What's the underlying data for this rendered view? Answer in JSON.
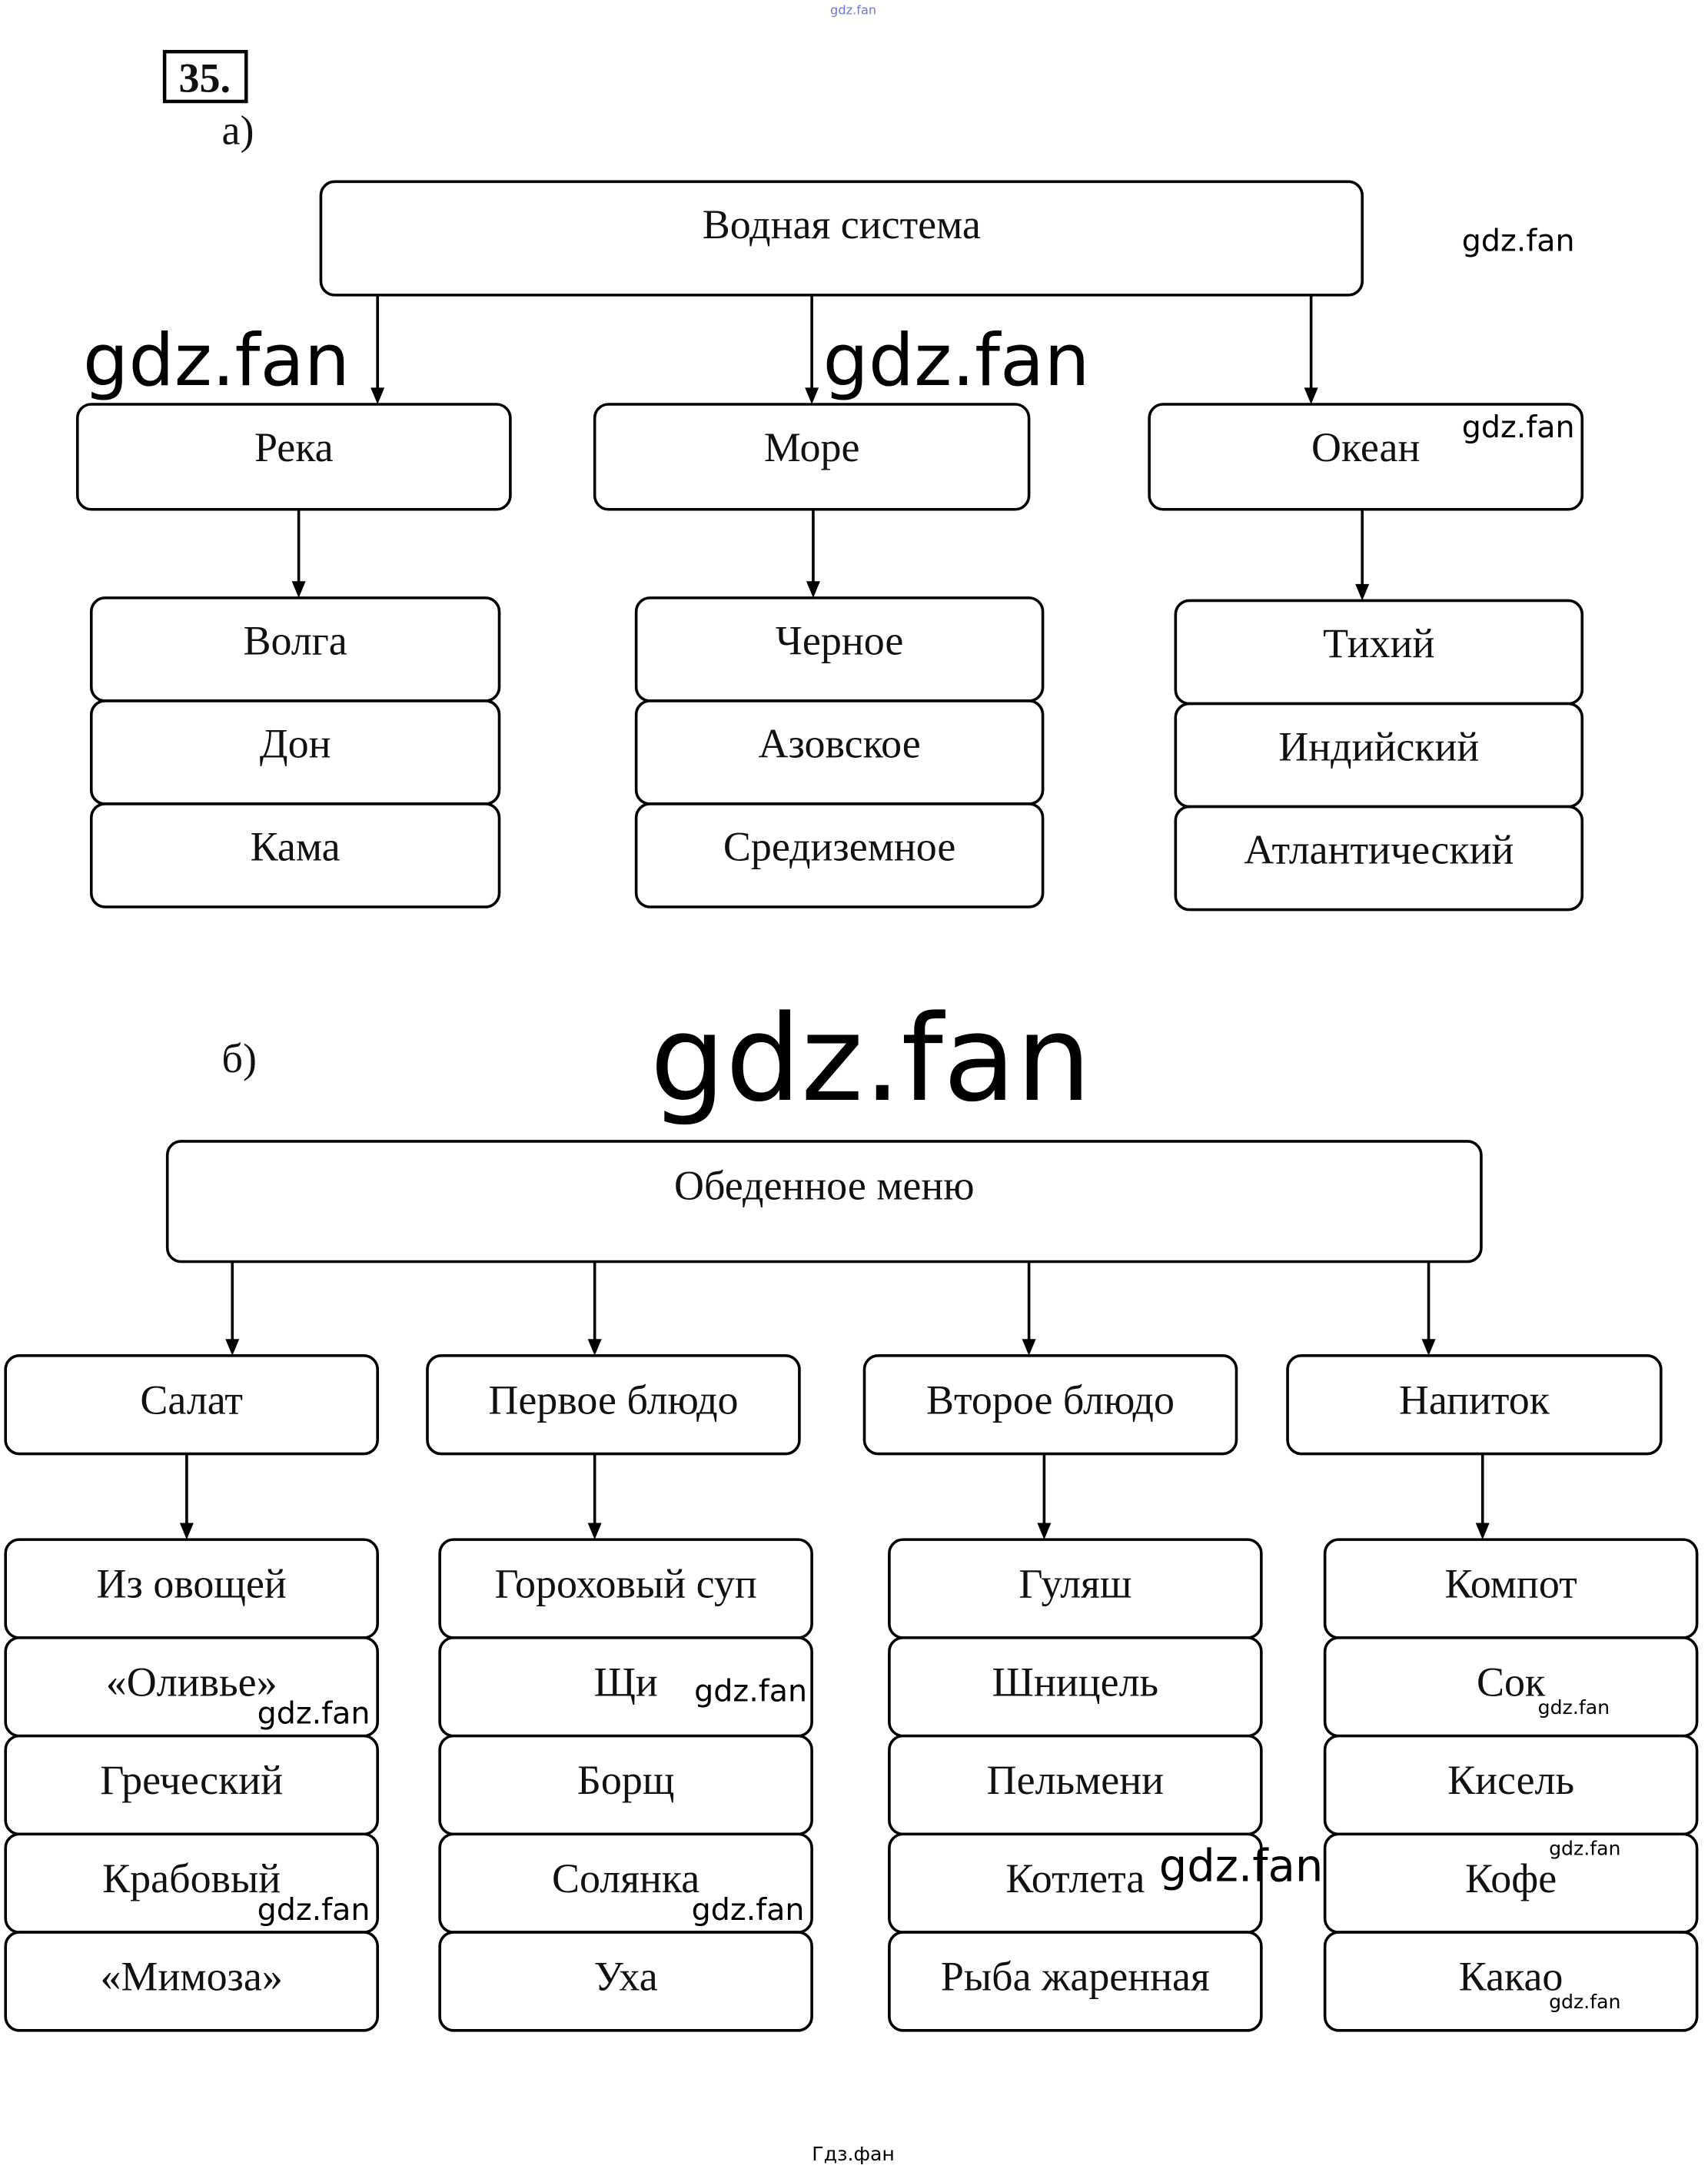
{
  "header": {
    "number": "35.",
    "part_a": "а)",
    "part_b": "б)",
    "top_mark": "gdz.fan",
    "footer": "Гдз.фан"
  },
  "diagram_a": {
    "root": "Водная система",
    "groups": [
      {
        "label": "Река",
        "items": [
          "Волга",
          "Дон",
          "Кама"
        ]
      },
      {
        "label": "Море",
        "items": [
          "Черное",
          "Азовское",
          "Средиземное"
        ]
      },
      {
        "label": "Океан",
        "items": [
          "Тихий",
          "Индийский",
          "Атлантический"
        ]
      }
    ]
  },
  "diagram_b": {
    "root": "Обеденное меню",
    "groups": [
      {
        "label": "Салат",
        "items": [
          "Из овощей",
          "«Оливье»",
          "Греческий",
          "Крабовый",
          "«Мимоза»"
        ]
      },
      {
        "label": "Первое блюдо",
        "items": [
          "Гороховый суп",
          "Щи",
          "Борщ",
          "Солянка",
          "Уха"
        ]
      },
      {
        "label": "Второе блюдо",
        "items": [
          "Гуляш",
          "Шницель",
          "Пельмени",
          "Котлета",
          "Рыба жаренная"
        ]
      },
      {
        "label": "Напиток",
        "items": [
          "Компот",
          "Сок",
          "Кисель",
          "Кофе",
          "Какао"
        ]
      }
    ]
  },
  "watermarks": [
    "gdz.fan",
    "gdz.fan",
    "gdz.fan",
    "gdz.fan",
    "gdz.fan",
    "gdz.fan",
    "gdz.fan",
    "gdz.fan",
    "gdz.fan",
    "gdz.fan",
    "gdz.fan",
    "gdz.fan",
    "gdz.fan",
    "gdz.fan"
  ]
}
